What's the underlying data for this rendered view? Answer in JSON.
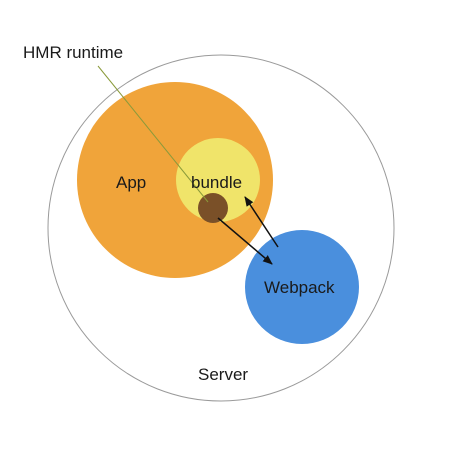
{
  "labels": {
    "hmr_runtime": "HMR runtime",
    "app": "App",
    "bundle": "bundle",
    "webpack": "Webpack",
    "server": "Server"
  },
  "colors": {
    "server_stroke": "#9a9a9a",
    "app_fill": "#f0a43a",
    "bundle_fill": "#f0e46a",
    "runtime_fill": "#7a5028",
    "webpack_fill": "#4a8fdd",
    "pointer_line": "#8a9a3a",
    "arrow": "#111111"
  }
}
